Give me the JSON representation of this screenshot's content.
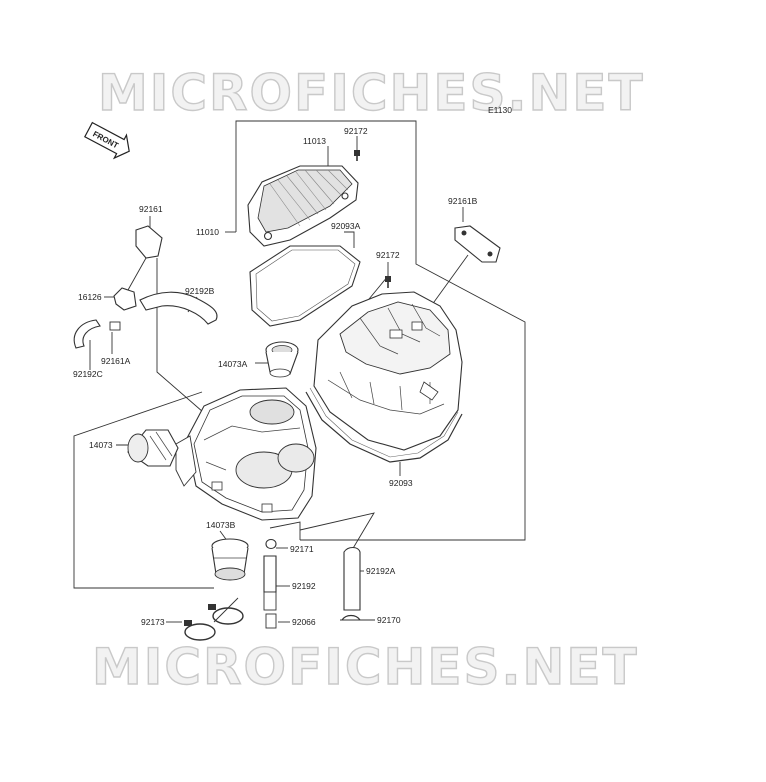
{
  "watermark": {
    "top": "MICROFICHES.NET",
    "bottom": "MICROFICHES.NET"
  },
  "diagram_code": "E1130",
  "front_arrow": "FRONT",
  "labels": {
    "p11013": "11013",
    "p92172_a": "92172",
    "p11010": "11010",
    "p92093a": "92093A",
    "p92172_b": "92172",
    "p92161b": "92161B",
    "p92161": "92161",
    "p16126": "16126",
    "p92192b": "92192B",
    "p92161a": "92161A",
    "p92192c": "92192C",
    "p14073a": "14073A",
    "p14073": "14073",
    "p92093": "92093",
    "p14073b": "14073B",
    "p92171": "92171",
    "p92192a": "92192A",
    "p92192": "92192",
    "p92173": "92173",
    "p92066": "92066",
    "p92170": "92170"
  }
}
